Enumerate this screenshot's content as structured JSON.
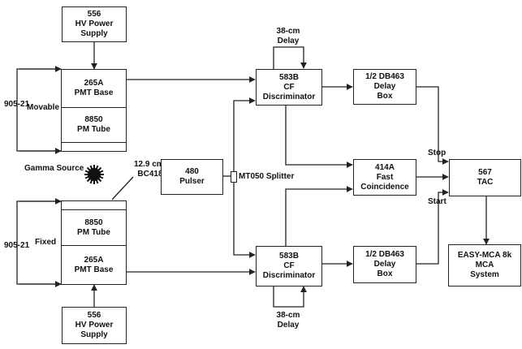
{
  "blocks": {
    "hv_top": [
      "556",
      "HV Power",
      "Supply"
    ],
    "base_top": [
      "265A",
      "PMT Base"
    ],
    "tube_top": [
      "8850",
      "PM Tube"
    ],
    "tube_bot": [
      "8850",
      "PM Tube"
    ],
    "base_bot": [
      "265A",
      "PMT Base"
    ],
    "hv_bot": [
      "556",
      "HV Power",
      "Supply"
    ],
    "pulser": [
      "480",
      "Pulser"
    ],
    "cfd_top": [
      "583B",
      "CF",
      "Discriminator"
    ],
    "cfd_bot": [
      "583B",
      "CF",
      "Discriminator"
    ],
    "delay_top": [
      "1/2 DB463",
      "Delay",
      "Box"
    ],
    "delay_bot": [
      "1/2 DB463",
      "Delay",
      "Box"
    ],
    "coinc": [
      "414A",
      "Fast",
      "Coincidence"
    ],
    "tac": [
      "567",
      "TAC"
    ],
    "mca": [
      "EASY-MCA 8k",
      "MCA",
      "System"
    ]
  },
  "labels": {
    "movable": "Movable",
    "fixed": "Fixed",
    "stage_top": "905-21",
    "stage_bot": "905-21",
    "gamma_source": "Gamma Source",
    "scint_volume": "12.9 cm",
    "scint_volume_sup": "3",
    "scint_name": "BC418",
    "splitter": "MT050 Splitter",
    "delay_cable_top": [
      "38-cm",
      "Delay"
    ],
    "delay_cable_bot": [
      "38-cm",
      "Delay"
    ],
    "stop": "Stop",
    "start": "Start"
  }
}
